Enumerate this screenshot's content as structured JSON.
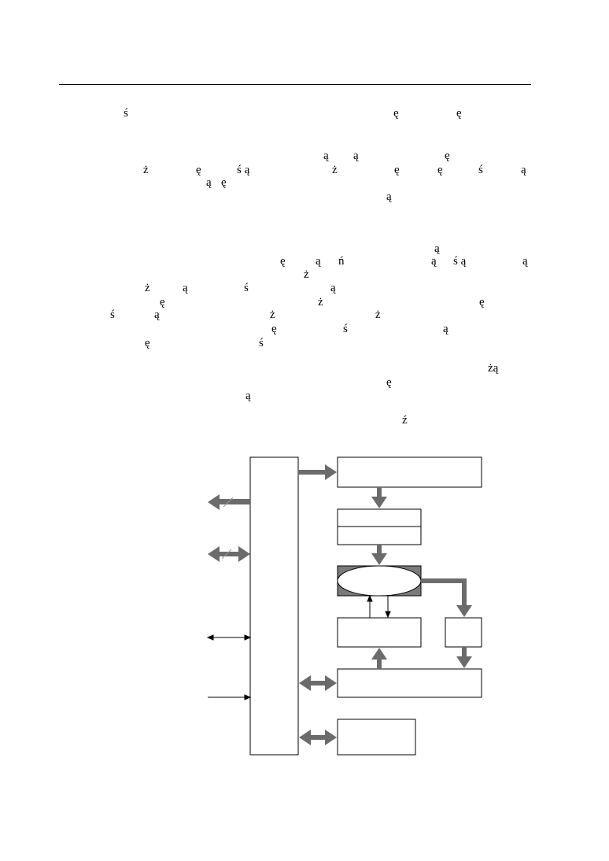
{
  "fragments": {
    "p1_l1": [
      "ś",
      "ę",
      "ę"
    ],
    "p2_l1": [
      "ą",
      "ą",
      "ę"
    ],
    "p2_l2": [
      "ż",
      "ę",
      "ś ą",
      "ż",
      "ę",
      "ę",
      "ś",
      "ą"
    ],
    "p2_l3": [
      "ą",
      "ę"
    ],
    "p2_l4": [
      "ą"
    ],
    "p3_l1": [
      "ą"
    ],
    "p3_l2": [
      "ę",
      "ą",
      "ń",
      "ą",
      "ś ą",
      "ą"
    ],
    "p3_l3": [
      "ż"
    ],
    "p3_l4": [
      "ż",
      "ą",
      "ś",
      "ą"
    ],
    "p3_l5": [
      "ę",
      "ż",
      "ę"
    ],
    "p3_l6": [
      "ś",
      "ą",
      "ż",
      "ż"
    ],
    "p3_l7": [
      "ę",
      "ś",
      "ą"
    ],
    "p3_l8": [
      "ę",
      "ś"
    ],
    "p4_l1": [
      "żą"
    ],
    "p4_l2": [
      "ę"
    ],
    "p4_l3": [
      "ą"
    ],
    "p5_l1": [
      "ź"
    ]
  },
  "diagram": {
    "colors": {
      "arrow": "#6b6b6b",
      "line": "#000000",
      "shaded": "#7a7a7a",
      "fill": "#ffffff"
    }
  }
}
